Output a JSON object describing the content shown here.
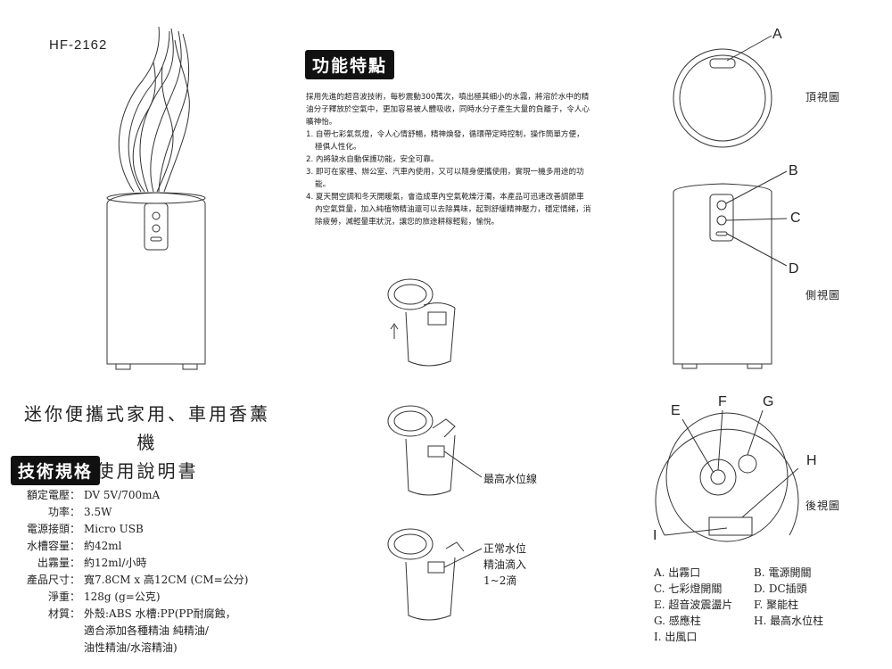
{
  "model": "HF-2162",
  "title": {
    "line1": "迷你便攜式家用、車用香薰機",
    "line2": "使用說明書"
  },
  "features": {
    "heading": "功能特點",
    "intro": "採用先進的超音波技術，每秒震動300萬次，噴出極其細小的水霧，將溶於水中的精油分子釋放於空氣中，更加容易被人體吸收，同時水分子產生大量的負離子，令人心曠神怡。",
    "items": [
      "1. 自帶七彩氣氛燈，令人心情舒暢，精神煥發，循環帶定時控制，操作簡單方便，極俱人性化。",
      "2. 內將缺水自動保護功能，安全可靠。",
      "3. 即可在家裡、辦公室、汽車內使用，又可以隨身便攜使用，實現一機多用途的功能。",
      "4. 夏天開空調和冬天開暖氣，會造成車內空氣乾燥汙濁，本產品可迅速改善調節車內空氣質量，加入純植物精油還可以去除異味，起到舒緩精神壓力，穩定情緒，消除疲勞，減輕暈車狀況，讓您的旅途耕稼輕鬆，愉悅。"
    ]
  },
  "specs": {
    "heading": "技術規格",
    "rows": [
      {
        "k": "額定電壓：",
        "v": "DV 5V/700mA"
      },
      {
        "k": "功率：",
        "v": "3.5W"
      },
      {
        "k": "電源接頭：",
        "v": "Micro USB"
      },
      {
        "k": "水槽容量：",
        "v": "約42ml"
      },
      {
        "k": "出霧量：",
        "v": "約12ml/小時"
      },
      {
        "k": "產品尺寸：",
        "v": "寬7.8CM x 高12CM (CM=公分)"
      },
      {
        "k": "淨重：",
        "v": "128g (g=公克)"
      },
      {
        "k": "材質：",
        "v": "外殼:ABS 水槽:PP(PP耐腐蝕，"
      }
    ],
    "cont1": "適合添加各種精油 純精油/",
    "cont2": "油性精油/水溶精油)"
  },
  "steps": {
    "max_level": "最高水位線",
    "normal1": "正常水位",
    "normal2": "精油滴入",
    "normal3": "1~2滴"
  },
  "views": {
    "top": "頂視圖",
    "side": "側視圖",
    "back": "後視圖"
  },
  "letters": {
    "a": "A",
    "b": "B",
    "c": "C",
    "d": "D",
    "e": "E",
    "f": "F",
    "g": "G",
    "h": "H",
    "i": "I"
  },
  "legend": [
    [
      "A. 出霧口",
      "B. 電源開關"
    ],
    [
      "C. 七彩燈開關",
      "D. DC插頭"
    ],
    [
      "E. 超音波震盪片",
      "F. 聚能柱"
    ],
    [
      "G. 感應柱",
      "H. 最高水位柱"
    ],
    [
      "I. 出風口",
      ""
    ]
  ]
}
